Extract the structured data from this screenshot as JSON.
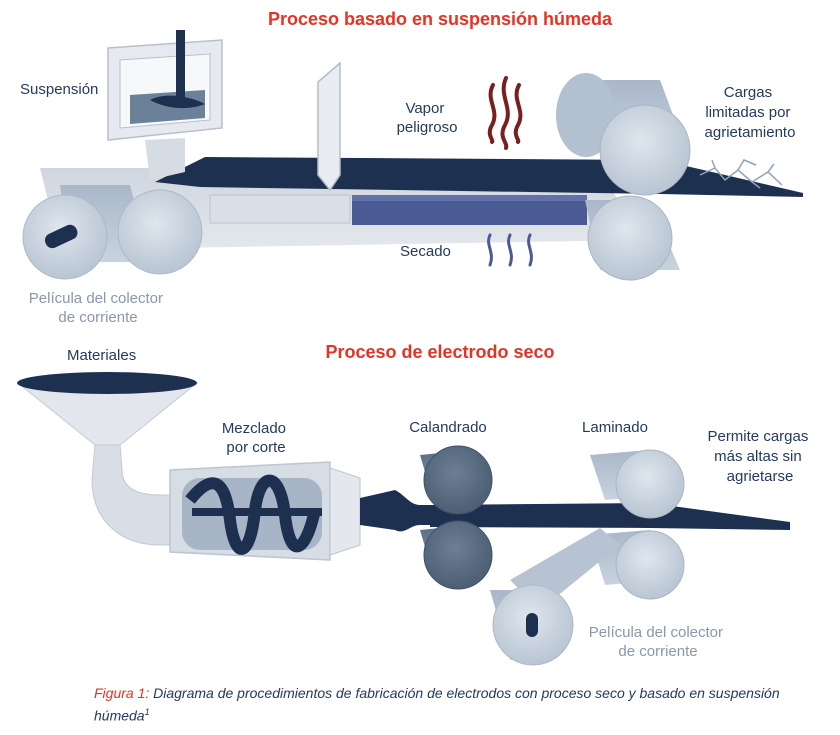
{
  "wet": {
    "title": "Proceso basado en suspensión húmeda",
    "slurry": "Suspensión",
    "vapor": [
      "Vapor",
      "peligroso"
    ],
    "drying": "Secado",
    "cracking": [
      "Cargas",
      "limitadas por",
      "agrietamiento"
    ],
    "foil": [
      "Película del colector",
      "de corriente"
    ]
  },
  "dry": {
    "title": "Proceso de electrodo seco",
    "materials": "Materiales",
    "shear": [
      "Mezclado",
      "por corte"
    ],
    "calendering": "Calandrado",
    "lamination": "Laminado",
    "higher": [
      "Permite cargas",
      "más altas sin",
      "agrietarse"
    ],
    "foil": [
      "Película del colector",
      "de corriente"
    ]
  },
  "caption": {
    "figure": "Figura 1:",
    "text": " Diagrama de procedimientos de fabricación de electrodos con proceso seco y basado en suspensión húmeda",
    "ref": "1"
  },
  "colors": {
    "navy": "#1d3050",
    "steel": "#8fa3bd",
    "roller_light": "#c5cfdc",
    "accent_red": "#e63323",
    "vapor": "#7a1f1f"
  }
}
